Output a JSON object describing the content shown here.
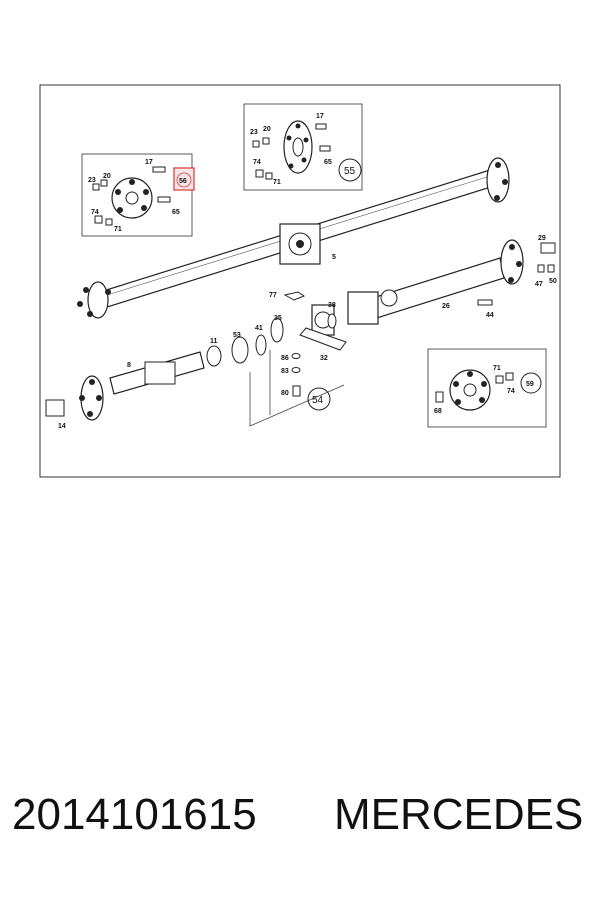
{
  "diagram": {
    "highlight_color": "#d9343a",
    "callouts": {
      "c17a": "17",
      "c20a": "20",
      "c23a": "23",
      "c56": "56",
      "c74a": "74",
      "c71a": "71",
      "c65a": "65",
      "c17b": "17",
      "c20b": "20",
      "c23b": "23",
      "c74b": "74",
      "c71b": "71",
      "c65b": "65",
      "c55": "55",
      "c5": "5",
      "c29": "29",
      "c47": "47",
      "c50": "50",
      "c77": "77",
      "c38": "38",
      "c35": "35",
      "c26": "26",
      "c44": "44",
      "c11": "11",
      "c53": "53",
      "c41": "41",
      "c8": "8",
      "c86": "86",
      "c83": "83",
      "c80": "80",
      "c32": "32",
      "c54": "54",
      "c14": "14",
      "c71c": "71",
      "c74c": "74",
      "c68": "68",
      "c59": "59"
    }
  },
  "caption": {
    "part_number": "2014101615",
    "brand": "MERCEDES"
  }
}
